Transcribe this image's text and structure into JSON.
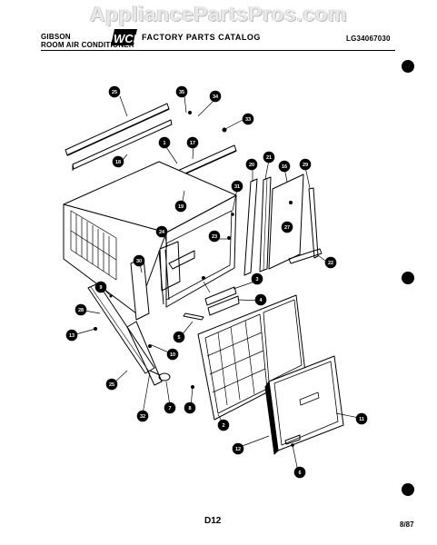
{
  "watermark": "AppliancePartsPros.com",
  "header": {
    "brand": "GIBSON",
    "subtitle": "ROOM AIR CONDITIONER",
    "logo": "WCI",
    "catalog": "FACTORY PARTS CATALOG",
    "model": "LG34067030"
  },
  "footer": {
    "page": "D12",
    "date": "8/87"
  },
  "callouts": [
    "25",
    "35",
    "34",
    "33",
    "1",
    "17",
    "18",
    "19",
    "20",
    "21",
    "16",
    "29",
    "27",
    "31",
    "24",
    "23",
    "22",
    "30",
    "3",
    "4",
    "9",
    "28",
    "5",
    "13",
    "10",
    "7",
    "2",
    "25",
    "32",
    "8",
    "11",
    "12",
    "6"
  ],
  "icons": {
    "binder_holes": "binder-hole-icon",
    "logo": "wci-logo-icon"
  }
}
